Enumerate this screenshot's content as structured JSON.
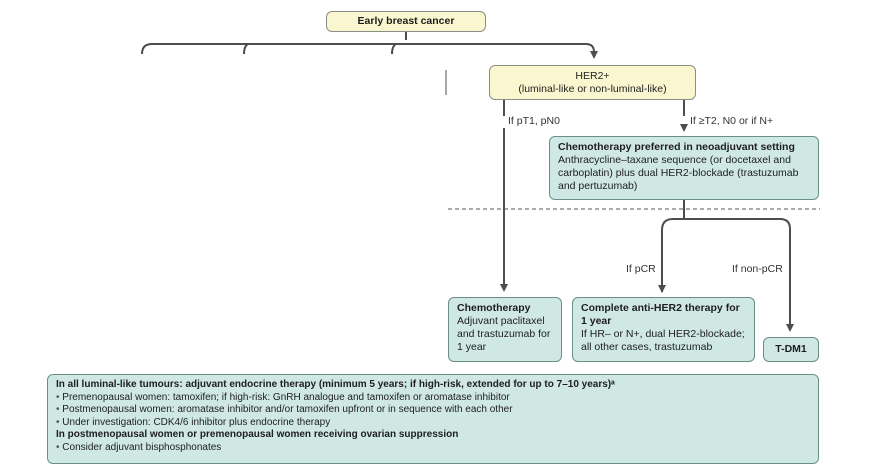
{
  "root": {
    "label": "Early breast cancer"
  },
  "her2": {
    "title": "HER2+",
    "subtitle": "(luminal-like or non-luminal-like)"
  },
  "branch_labels": {
    "small_tumour": "If pT1, pN0",
    "large_tumour": "If ≥T2, N0 or if N+",
    "pcr": "If pCR",
    "non_pcr": "If non-pCR"
  },
  "neoadjuvant": {
    "heading": "Chemotherapy preferred in neoadjuvant setting",
    "body": "Anthracycline–taxane sequence (or docetaxel and carboplatin) plus dual HER2-blockade (trastuzumab and pertuzumab)"
  },
  "adjuvant_chemo": {
    "heading": "Chemotherapy",
    "body": "Adjuvant paclitaxel and trastuzumab for 1 year"
  },
  "complete_her2": {
    "heading": "Complete anti-HER2 therapy for 1 year",
    "body": "If HR– or N+, dual HER2-blockade; all other cases, trastuzumab"
  },
  "tdm1": {
    "label": "T-DM1"
  },
  "endocrine": {
    "heading": "In all luminal-like tumours: adjuvant endocrine therapy (minimum 5 years; if high-risk, extended for up to 7–10 years)ᵃ",
    "bullets": [
      "Premenopausal women: tamoxifen; if high-risk: GnRH analogue and tamoxifen or aromatase inhibitor",
      "Postmenopausal women: aromatase inhibitor and/or tamoxifen upfront or in sequence with each other",
      "Under investigation: CDK4/6 inhibitor plus endocrine therapy"
    ],
    "heading2": "In postmenopausal women or premenopausal women receiving ovarian suppression",
    "bullets2": [
      "Consider adjuvant bisphosphonates"
    ]
  },
  "colors": {
    "yellow_box": "#faf6cf",
    "teal_box": "#cfe8e3",
    "line": "#4a4f4d"
  }
}
